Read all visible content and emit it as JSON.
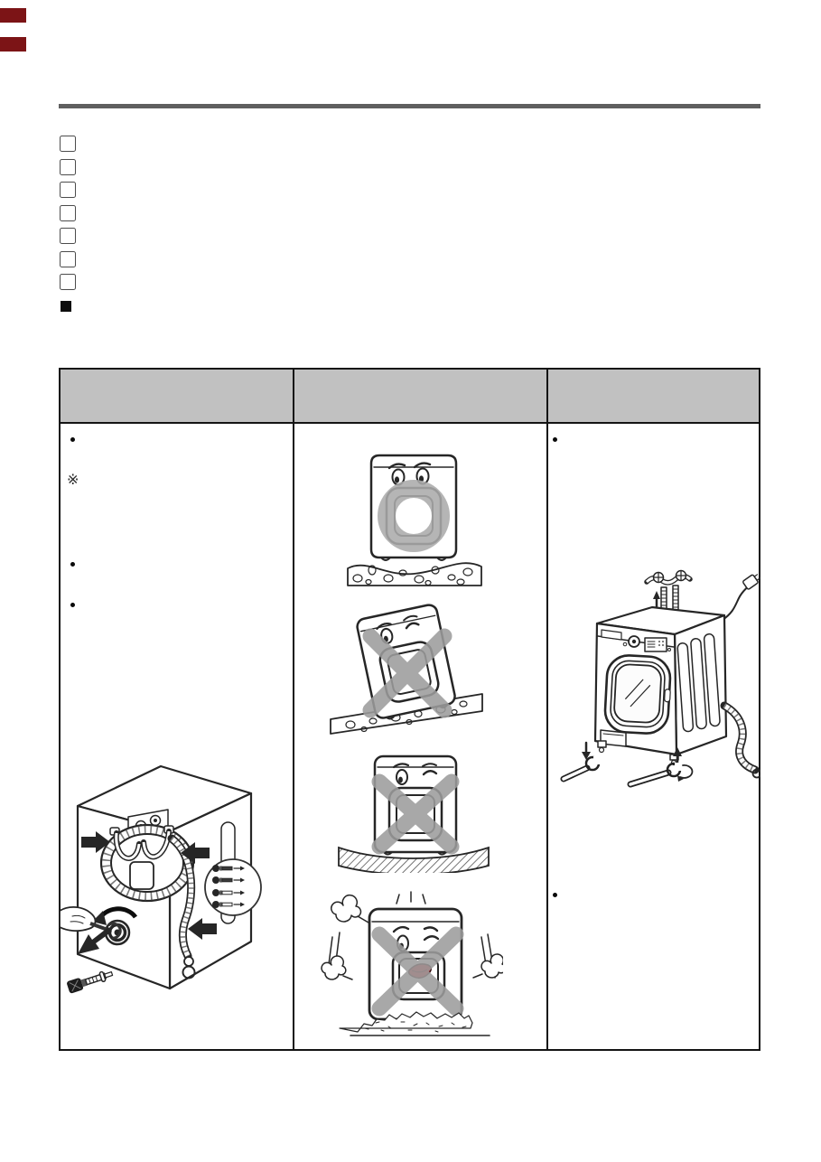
{
  "colors": {
    "page_bg": "#ffffff",
    "redacted_bar": "#7c1416",
    "section_rule": "#5f5f5f",
    "table_border": "#141414",
    "table_header_fill": "#c1c1c1",
    "line_art": "#262626",
    "x_mark_gray": "#9c9c9c",
    "o_ring_gray": "#ababab",
    "tongue_red": "#c1272d"
  },
  "header": {
    "redacted_line_count": 2
  },
  "checklist": {
    "checkbox_count": 7
  },
  "markers": {
    "section_square": "■",
    "note_symbol": "※",
    "bullet": "•"
  },
  "table": {
    "columns": 3,
    "header_labels": [
      "",
      "",
      ""
    ],
    "left_cell": {
      "bullet_count": 3,
      "has_note_symbol": true,
      "illustration": "rear-view-remove-shipping-bolts"
    },
    "middle_cell": {
      "illustrations": [
        "washer-on-sponge-pad-with-gray-ring",
        "washer-tilted-on-slope-with-x",
        "washer-on-sagging-floor-with-x",
        "washer-vibrating-on-debris-with-x"
      ]
    },
    "right_cell": {
      "bullet_count": 2,
      "illustration": "washer-leveling-with-wrenches"
    }
  }
}
